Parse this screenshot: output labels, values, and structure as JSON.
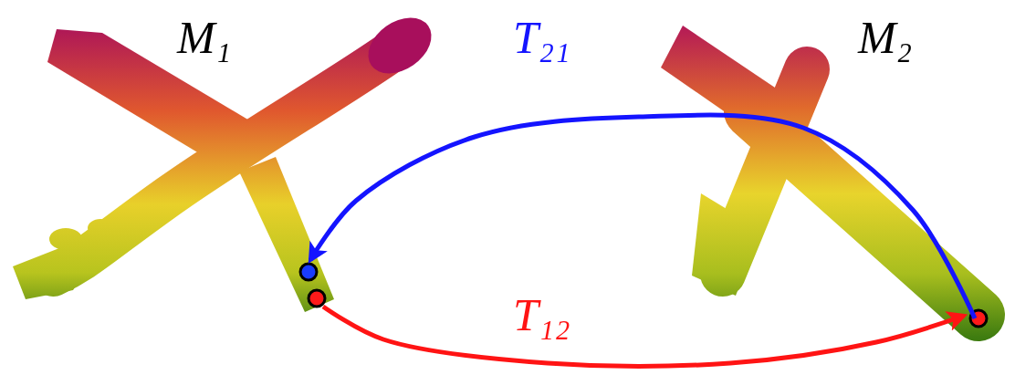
{
  "diagram": {
    "nodes": [
      {
        "text": [
          "M₁"
        ]
      },
      {
        "text": [
          "M₂"
        ]
      }
    ],
    "edges": [
      {
        "from": 1,
        "to": 0,
        "arrow": "to",
        "label": "T₂₁"
      },
      {
        "from": 0,
        "to": 1,
        "arrow": "to",
        "label": "T₁₂"
      }
    ]
  }
}
